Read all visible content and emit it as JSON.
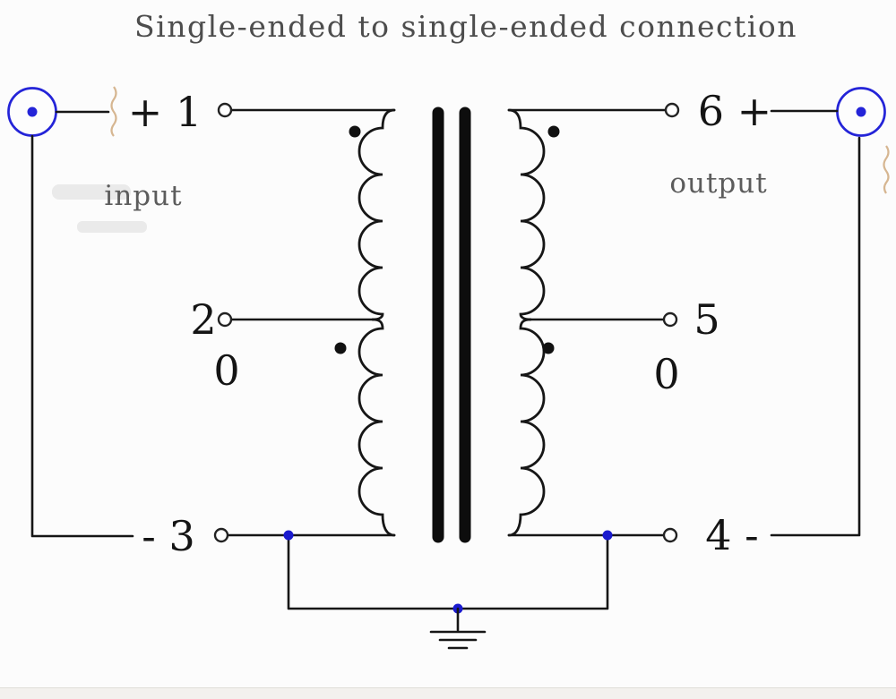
{
  "title": "Single-ended to single-ended connection",
  "side_labels": {
    "input": "input",
    "output": "output"
  },
  "terminals": {
    "t1": "+ 1",
    "t2": "2",
    "t0_left": "0",
    "t3": "- 3",
    "t6": "6 +",
    "t5": "5",
    "t0_right": "0",
    "t4": "4 -"
  },
  "icons": {
    "coax-connector-icon": "blue circle with center pin dot",
    "terminal-icon": "small open circle solder terminal",
    "phase-dot-icon": "filled black winding polarity dot",
    "junction-dot-icon": "filled blue wire junction dot",
    "ground-icon": "three-bar earth ground symbol",
    "transformer-core-icon": "two thick vertical black bars"
  },
  "colors": {
    "wire": "#161616",
    "connector_blue": "#2424d8",
    "junction_blue": "#1a1ace",
    "label_text": "#141414",
    "muted_text": "#5c5c5c",
    "artifact_tan": "#cfa97e",
    "background": "#fcfcfc"
  }
}
